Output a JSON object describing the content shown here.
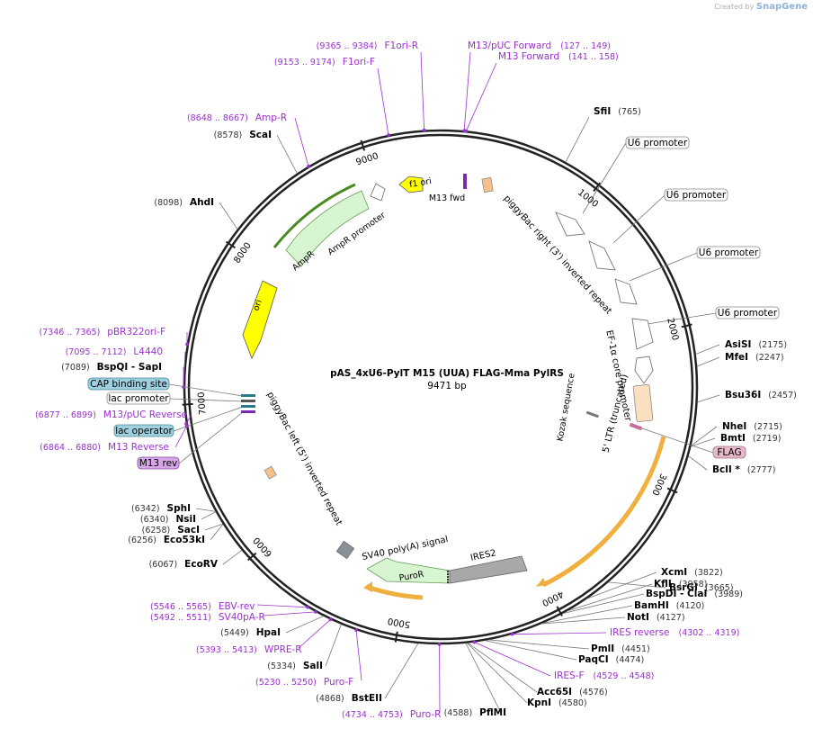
{
  "watermark": {
    "prefix": "Created by",
    "brand": "SnapGene"
  },
  "plasmid": {
    "name": "pAS_4xU6-PylT M15 (UUA) FLAG-Mma PylRS",
    "size": "9471 bp",
    "total_bp": 9471
  },
  "colors": {
    "primer": "#9b30d0",
    "site": "#000000",
    "ring": "#222222",
    "ori": "#ffff00",
    "resistance": "#d6f5d0",
    "orf_highlight": "#f0b040",
    "ires": "#a8a8a8",
    "flag": "#e6b8c8",
    "cap": "#9fd0e0",
    "m13rev": "#d6a8e8"
  },
  "ticks": [
    {
      "bp": 1000,
      "label": "1000"
    },
    {
      "bp": 2000,
      "label": "2000"
    },
    {
      "bp": 3000,
      "label": "3000"
    },
    {
      "bp": 4000,
      "label": "4000"
    },
    {
      "bp": 5000,
      "label": "5000"
    },
    {
      "bp": 6000,
      "label": "6000"
    },
    {
      "bp": 7000,
      "label": "7000"
    },
    {
      "bp": 8000,
      "label": "8000"
    },
    {
      "bp": 9000,
      "label": "9000"
    }
  ],
  "sites": [
    {
      "name": "SfiI",
      "pos": "(765)",
      "bp": 765
    },
    {
      "name": "AsiSI",
      "pos": "(2175)",
      "bp": 2175
    },
    {
      "name": "MfeI",
      "pos": "(2247)",
      "bp": 2247
    },
    {
      "name": "Bsu36I",
      "pos": "(2457)",
      "bp": 2457
    },
    {
      "name": "NheI",
      "pos": "(2715)",
      "bp": 2715
    },
    {
      "name": "BmtI",
      "pos": "(2719)",
      "bp": 2719
    },
    {
      "name": "BclI *",
      "pos": "(2777)",
      "bp": 2777
    },
    {
      "name": "BsrGI",
      "pos": "(3665)",
      "bp": 3665
    },
    {
      "name": "XcmI",
      "pos": "(3822)",
      "bp": 3822
    },
    {
      "name": "KflI",
      "pos": "(3958)",
      "bp": 3958
    },
    {
      "name": "BspDI - ClaI",
      "pos": "(3989)",
      "bp": 3989
    },
    {
      "name": "BamHI",
      "pos": "(4120)",
      "bp": 4120
    },
    {
      "name": "NotI",
      "pos": "(4127)",
      "bp": 4127
    },
    {
      "name": "PmlI",
      "pos": "(4451)",
      "bp": 4451
    },
    {
      "name": "PaqCI",
      "pos": "(4474)",
      "bp": 4474
    },
    {
      "name": "Acc65I",
      "pos": "(4576)",
      "bp": 4576
    },
    {
      "name": "KpnI",
      "pos": "(4580)",
      "bp": 4580
    },
    {
      "name": "PflMI",
      "pos": "(4588)",
      "bp": 4588
    },
    {
      "name": "BstEII",
      "pos": "(4868)",
      "bp": 4868
    },
    {
      "name": "SalI",
      "pos": "(5334)",
      "bp": 5334
    },
    {
      "name": "HpaI",
      "pos": "(5449)",
      "bp": 5449
    },
    {
      "name": "EcoRV",
      "pos": "(6067)",
      "bp": 6067
    },
    {
      "name": "Eco53kI",
      "pos": "(6256)",
      "bp": 6256
    },
    {
      "name": "SacI",
      "pos": "(6258)",
      "bp": 6258
    },
    {
      "name": "NsiI",
      "pos": "(6340)",
      "bp": 6340
    },
    {
      "name": "SphI",
      "pos": "(6342)",
      "bp": 6342
    },
    {
      "name": "BspQI - SapI",
      "pos": "(7089)",
      "bp": 7089
    },
    {
      "name": "AhdI",
      "pos": "(8098)",
      "bp": 8098
    },
    {
      "name": "ScaI",
      "pos": "(8578)",
      "bp": 8578
    }
  ],
  "primers": [
    {
      "name": "M13/pUC Forward",
      "pos": "(127 .. 149)",
      "bp": 138
    },
    {
      "name": "M13 Forward",
      "pos": "(141 .. 158)",
      "bp": 150
    },
    {
      "name": "IRES reverse",
      "pos": "(4302 .. 4319)",
      "bp": 4310
    },
    {
      "name": "IRES-F",
      "pos": "(4529 .. 4548)",
      "bp": 4538
    },
    {
      "name": "Puro-R",
      "pos": "(4734 .. 4753)",
      "bp": 4743
    },
    {
      "name": "Puro-F",
      "pos": "(5230 .. 5250)",
      "bp": 5240
    },
    {
      "name": "WPRE-R",
      "pos": "(5393 .. 5413)",
      "bp": 5403
    },
    {
      "name": "SV40pA-R",
      "pos": "(5492 .. 5511)",
      "bp": 5501
    },
    {
      "name": "EBV-rev",
      "pos": "(5546 .. 5565)",
      "bp": 5555
    },
    {
      "name": "M13 Reverse",
      "pos": "(6864 .. 6880)",
      "bp": 6872
    },
    {
      "name": "M13/pUC Reverse",
      "pos": "(6877 .. 6899)",
      "bp": 6888
    },
    {
      "name": "L4440",
      "pos": "(7095 .. 7112)",
      "bp": 7103
    },
    {
      "name": "pBR322ori-F",
      "pos": "(7346 .. 7365)",
      "bp": 7355
    },
    {
      "name": "Amp-R",
      "pos": "(8648 .. 8667)",
      "bp": 8657
    },
    {
      "name": "F1ori-F",
      "pos": "(9153 .. 9174)",
      "bp": 9163
    },
    {
      "name": "F1ori-R",
      "pos": "(9365 .. 9384)",
      "bp": 9374
    }
  ],
  "boxed_features": [
    {
      "name": "U6 promoter"
    },
    {
      "name": "U6 promoter"
    },
    {
      "name": "U6 promoter"
    },
    {
      "name": "U6 promoter"
    },
    {
      "name": "FLAG"
    },
    {
      "name": "CAP binding site"
    },
    {
      "name": "lac promoter"
    },
    {
      "name": "lac operator"
    },
    {
      "name": "M13 rev"
    }
  ],
  "inner_labels": [
    "f1 ori",
    "M13 fwd",
    "AmpR promoter",
    "AmpR",
    "ori",
    "piggyBac right (3') inverted repeat",
    "EF-1α core promoter",
    "Kozak sequence",
    "5' LTR (truncated)",
    "piggyBac left (5') inverted repeat",
    "SV40 poly(A) signal",
    "IRES2",
    "PuroR"
  ]
}
